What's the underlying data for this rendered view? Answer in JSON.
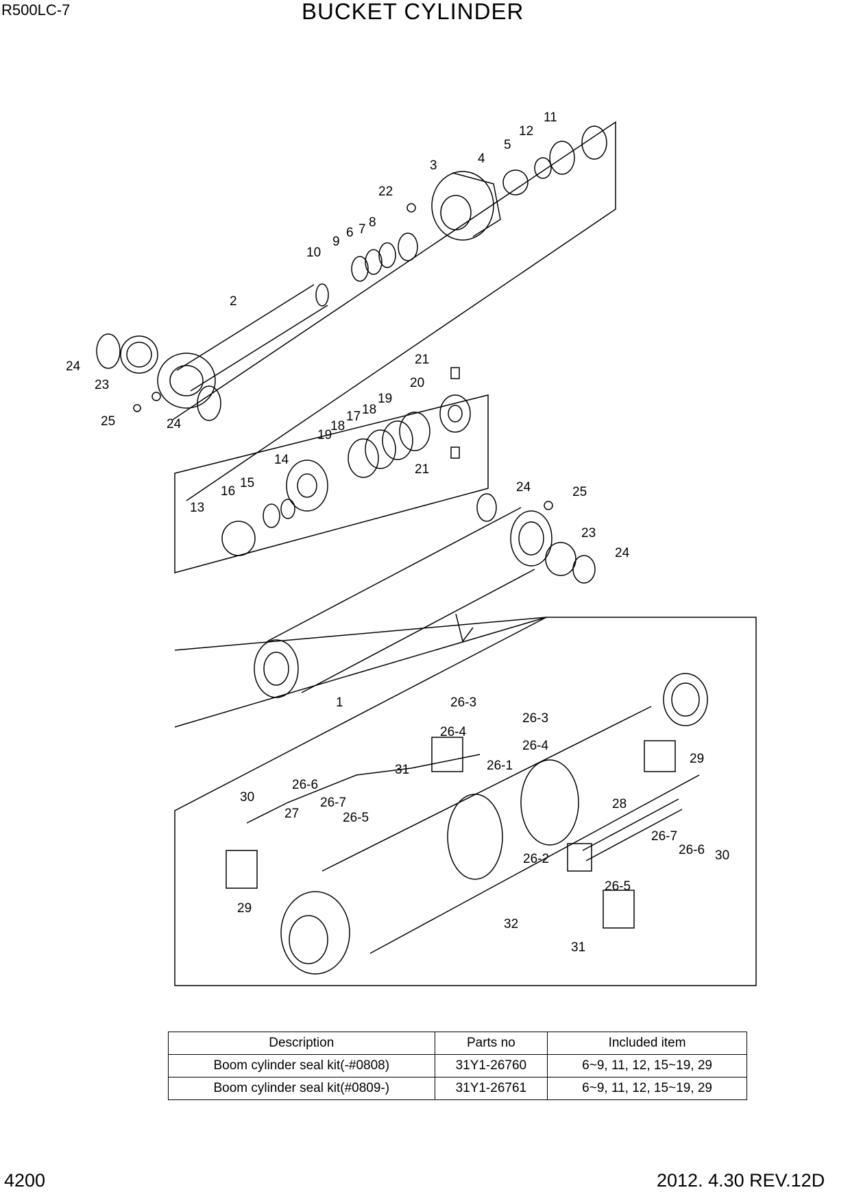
{
  "header": {
    "model": "R500LC-7",
    "title": "BUCKET CYLINDER"
  },
  "footer": {
    "page_number": "4200",
    "revision": "2012. 4.30  REV.12D"
  },
  "callouts": [
    "1",
    "2",
    "3",
    "4",
    "5",
    "6",
    "7",
    "8",
    "9",
    "10",
    "11",
    "12",
    "13",
    "14",
    "15",
    "16",
    "17",
    "18",
    "18",
    "19",
    "19",
    "20",
    "21",
    "21",
    "22",
    "23",
    "23",
    "24",
    "24",
    "24",
    "24",
    "25",
    "25",
    "26-1",
    "26-2",
    "26-3",
    "26-3",
    "26-4",
    "26-4",
    "26-5",
    "26-5",
    "26-6",
    "26-6",
    "26-7",
    "26-7",
    "27",
    "28",
    "29",
    "29",
    "30",
    "30",
    "31",
    "31",
    "32"
  ],
  "kit_table": {
    "headers": [
      "Description",
      "Parts no",
      "Included item"
    ],
    "rows": [
      [
        "Boom cylinder seal kit(-#0808)",
        "31Y1-26760",
        "6~9, 11, 12, 15~19, 29"
      ],
      [
        "Boom cylinder seal kit(#0809-)",
        "31Y1-26761",
        "6~9, 11, 12, 15~19, 29"
      ]
    ]
  }
}
